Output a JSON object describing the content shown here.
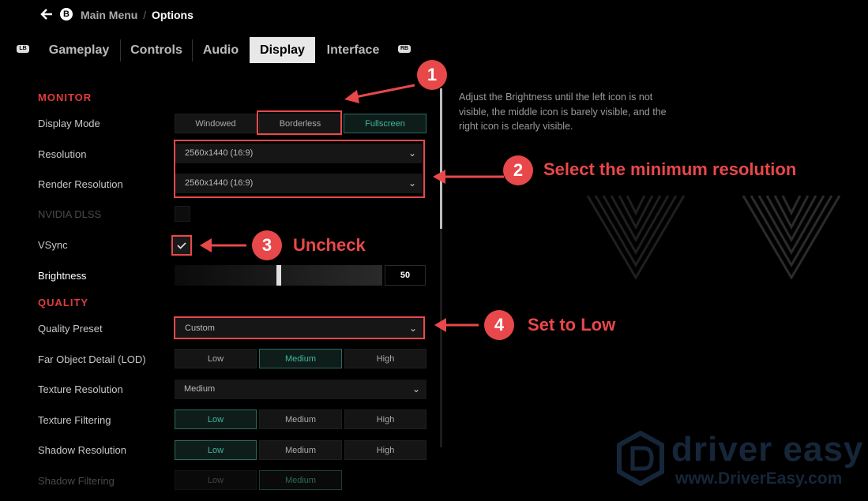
{
  "nav": {
    "back_key": "B",
    "breadcrumb_parent": "Main Menu",
    "breadcrumb_sep": "/",
    "breadcrumb_current": "Options",
    "left_bumper": "LB",
    "right_bumper": "RB",
    "tabs": [
      "Gameplay",
      "Controls",
      "Audio",
      "Display",
      "Interface"
    ],
    "selected_tab": "Display"
  },
  "sections": {
    "monitor": "MONITOR",
    "quality": "QUALITY"
  },
  "settings": {
    "display_mode": {
      "label": "Display Mode",
      "options": [
        "Windowed",
        "Borderless",
        "Fullscreen"
      ],
      "selected": "Fullscreen"
    },
    "resolution": {
      "label": "Resolution",
      "value": "2560x1440 (16:9)"
    },
    "render_resolution": {
      "label": "Render Resolution",
      "value": "2560x1440 (16:9)"
    },
    "nvidia_dlss": {
      "label": "NVIDIA DLSS"
    },
    "vsync": {
      "label": "VSync",
      "checked": true
    },
    "brightness": {
      "label": "Brightness",
      "value": "50",
      "level": 0.5
    },
    "quality_preset": {
      "label": "Quality Preset",
      "value": "Custom"
    },
    "far_object_detail": {
      "label": "Far Object Detail (LOD)",
      "options": [
        "Low",
        "Medium",
        "High"
      ],
      "selected": "Medium"
    },
    "texture_resolution": {
      "label": "Texture Resolution",
      "value": "Medium"
    },
    "texture_filtering": {
      "label": "Texture Filtering",
      "options": [
        "Low",
        "Medium",
        "High"
      ],
      "selected": "Low"
    },
    "shadow_resolution": {
      "label": "Shadow Resolution",
      "options": [
        "Low",
        "Medium",
        "High"
      ],
      "selected": "Low"
    },
    "shadow_filtering": {
      "label": "Shadow Filtering",
      "options": [
        "Low",
        "Medium"
      ],
      "selected": "Medium"
    }
  },
  "description": "Adjust the Brightness until the left icon is not visible, the middle icon is barely visible, and the right icon is clearly visible.",
  "annotations": {
    "a1": {
      "num": "1"
    },
    "a2": {
      "num": "2",
      "text": "Select the minimum resolution"
    },
    "a3": {
      "num": "3",
      "text": "Uncheck"
    },
    "a4": {
      "num": "4",
      "text": "Set to Low"
    }
  },
  "watermark": {
    "brand": "driver easy",
    "url": "www.DriverEasy.com"
  },
  "colors": {
    "accent_red": "#e8484a",
    "accent_teal": "#3fb79a",
    "section_red": "#e03c3c"
  }
}
